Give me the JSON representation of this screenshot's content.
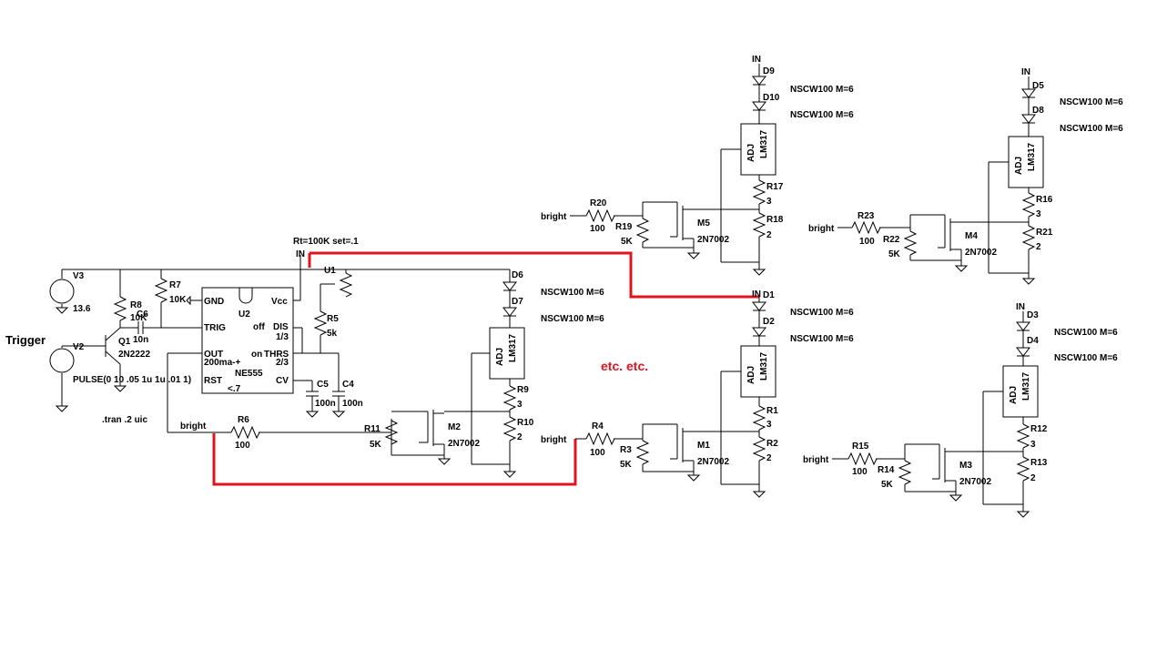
{
  "labels": {
    "trigger": "Trigger",
    "etc": "etc. etc.",
    "rt_param": "Rt=100K set=.1",
    "tran": ".tran .2 uic",
    "pulse": "PULSE(0 10 .05 1u 1u .01 1)",
    "in": "IN"
  },
  "parts": {
    "V3": "V3",
    "V3v": "13.6",
    "V2": "V2",
    "R8": "R8",
    "R8v": "10K",
    "R7": "R7",
    "R7v": "10K",
    "C6": "C6",
    "C6v": "10n",
    "Q1": "Q1",
    "Q1v": "2N2222",
    "U1": "U1",
    "R5": "R5",
    "R5v": "5k",
    "U2": "U2",
    "NE555": "NE555",
    "NE555v": "200ma-+",
    "NE555b": "<.7",
    "C5": "C5",
    "C5v": "100n",
    "C4": "C4",
    "C4v": "100n",
    "R6": "R6",
    "R6v": "100",
    "bright": "bright",
    "R11": "R11",
    "R11v": "5K",
    "M2": "M2",
    "M2v": "2N7002",
    "D6": "D6",
    "D7": "D7",
    "led": "NSCW100 M=6",
    "LM317": "LM317",
    "ADJ": "ADJ",
    "R9": "R9",
    "R9v": "3",
    "R10": "R10",
    "R10v": "2",
    "R4": "R4",
    "R4v": "100",
    "R3": "R3",
    "R3v": "5K",
    "M1": "M1",
    "M1v": "2N7002",
    "D1": "D1",
    "D2": "D2",
    "R1": "R1",
    "R1v": "3",
    "R2": "R2",
    "R2v": "2",
    "R20": "R20",
    "R20v": "100",
    "R19": "R19",
    "R19v": "5K",
    "M5": "M5",
    "M5v": "2N7002",
    "D9": "D9",
    "D10": "D10",
    "R17": "R17",
    "R17v": "3",
    "R18": "R18",
    "R18v": "2",
    "R23": "R23",
    "R23v": "100",
    "R22": "R22",
    "R22v": "5K",
    "M4": "M4",
    "M4v": "2N7002",
    "D5": "D5",
    "D8": "D8",
    "R16": "R16",
    "R16v": "3",
    "R21": "R21",
    "R21v": "2",
    "R15": "R15",
    "R15v": "100",
    "R14": "R14",
    "R14v": "5K",
    "M3": "M3",
    "M3v": "2N7002",
    "D3": "D3",
    "D4": "D4",
    "R12": "R12",
    "R12v": "3",
    "R13": "R13",
    "R13v": "2"
  },
  "pins555": {
    "gnd": "GND",
    "vcc": "Vcc",
    "trig": "TRIG",
    "off": "off",
    "dis": "DIS",
    "third": "1/3",
    "out": "OUT",
    "on": "on",
    "thrs": "THRS",
    "twothird": "2/3",
    "rst": "RST",
    "cv": "CV"
  },
  "colors": {
    "wire": "#000000",
    "highlight": "#e0141e"
  }
}
